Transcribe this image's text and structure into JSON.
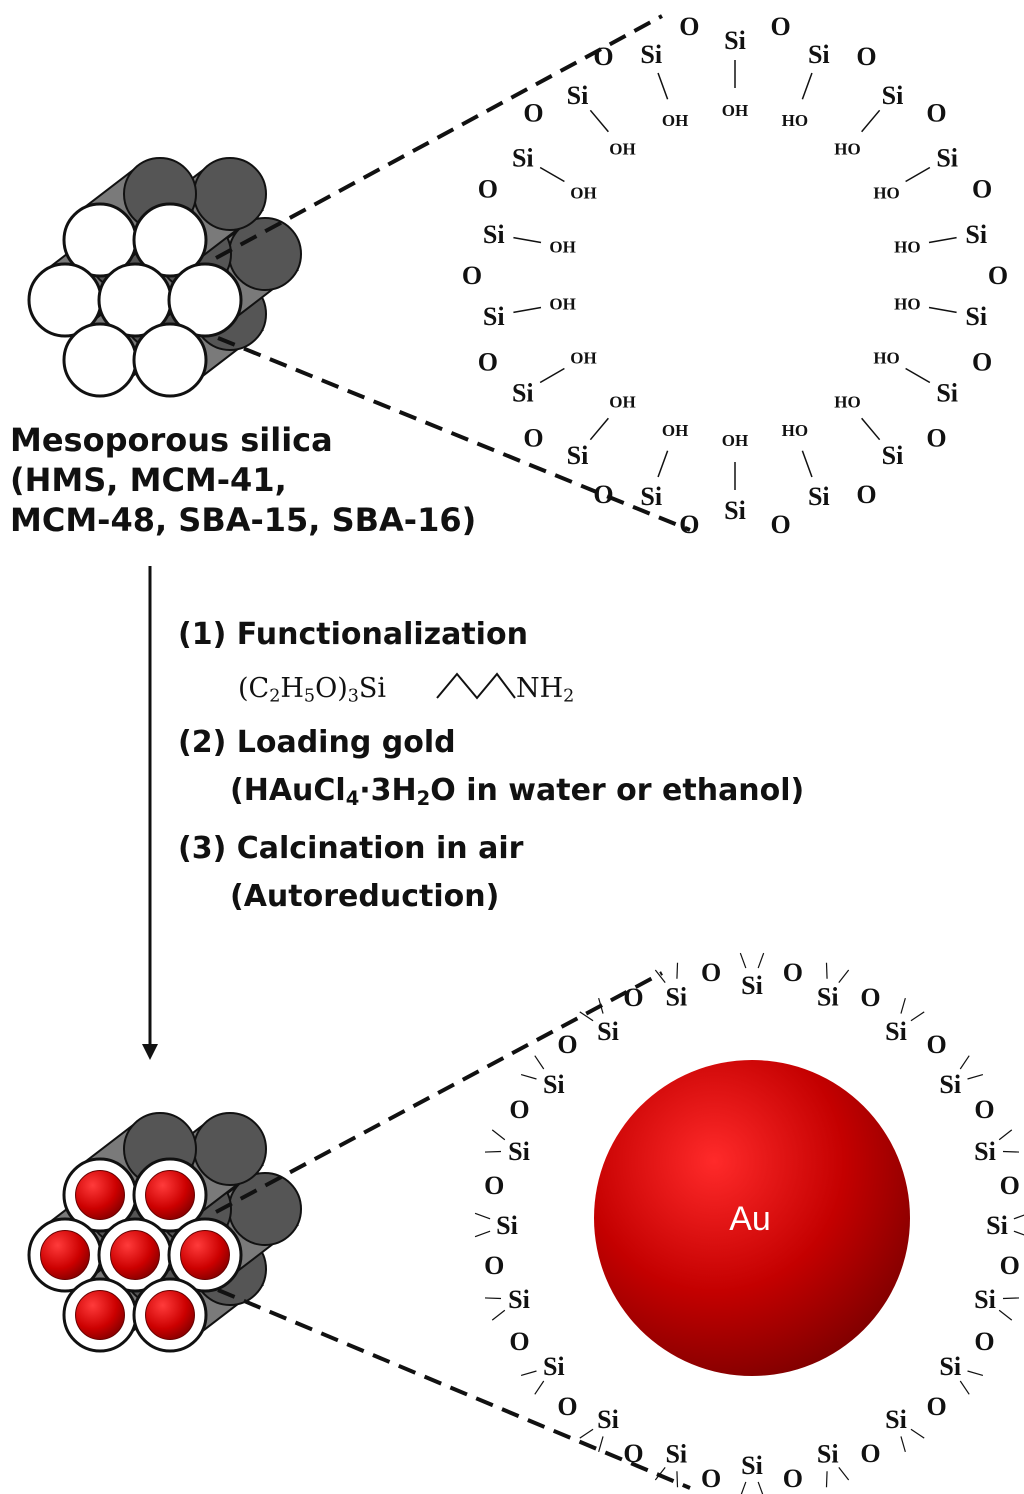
{
  "labels": {
    "mesoporous_title": "Mesoporous silica",
    "mesoporous_types_line1": "(HMS, MCM-41,",
    "mesoporous_types_line2": "MCM-48, SBA-15, SBA-16)"
  },
  "steps": {
    "step1": "(1) Functionalization",
    "step1_formula_left_a": "(C",
    "step1_formula_left_b": "2",
    "step1_formula_left_c": "H",
    "step1_formula_left_d": "5",
    "step1_formula_left_e": "O)",
    "step1_formula_left_f": "3",
    "step1_formula_left_g": "Si",
    "step1_formula_right_a": "NH",
    "step1_formula_right_b": "2",
    "step2": "(2) Loading gold",
    "step2_detail_a": "(HAuCl",
    "step2_detail_b": "4",
    "step2_detail_c": "·3H",
    "step2_detail_d": "2",
    "step2_detail_e": "O in water or ethanol)",
    "step3": "(3) Calcination in air",
    "step3_detail": "(Autoreduction)"
  },
  "ring_top": {
    "si": "Si",
    "o": "O",
    "oh": "OH",
    "ho": "HO"
  },
  "ring_bottom": {
    "si": "Si",
    "o": "O"
  },
  "gold": {
    "label": "Au",
    "color": "#c00000"
  },
  "colors": {
    "cylinder": "#7a7a7a",
    "cylinder_dark": "#555555",
    "pore_empty": "#ffffff",
    "gold_particle": "#d00000"
  }
}
